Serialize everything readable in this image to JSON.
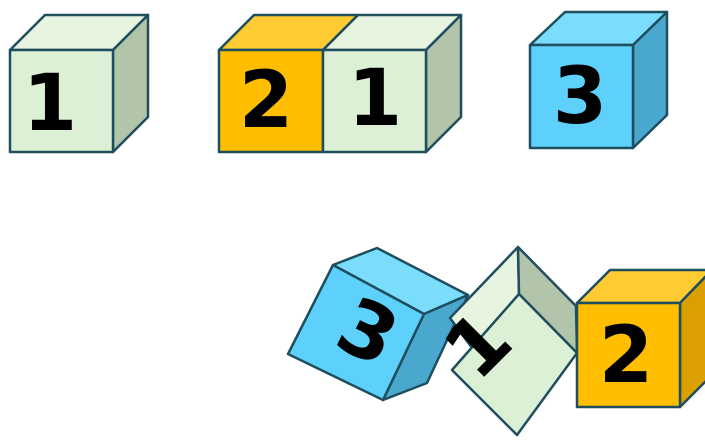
{
  "colors": {
    "green_front": "#DCF0D6",
    "green_top": "#E6F4E0",
    "green_side": "#B2C4AA",
    "orange_front": "#FFBE00",
    "orange_top": "#FFCB33",
    "orange_side": "#D9A000",
    "blue_front": "#5DD1FB",
    "blue_top": "#7ADDFC",
    "blue_side": "#4AA8CE",
    "edge": "#1F4E5F"
  },
  "top_row": {
    "cube_one": {
      "label": "1",
      "color": "green"
    },
    "pair": {
      "left": {
        "label": "2",
        "color": "orange"
      },
      "right": {
        "label": "1",
        "color": "green"
      }
    },
    "cube_three": {
      "label": "3",
      "color": "blue"
    }
  },
  "bottom_row": {
    "tilted_three": {
      "label": "3",
      "color": "blue"
    },
    "tilted_one": {
      "label": "1",
      "color": "green"
    },
    "upright_two": {
      "label": "2",
      "color": "orange"
    }
  }
}
